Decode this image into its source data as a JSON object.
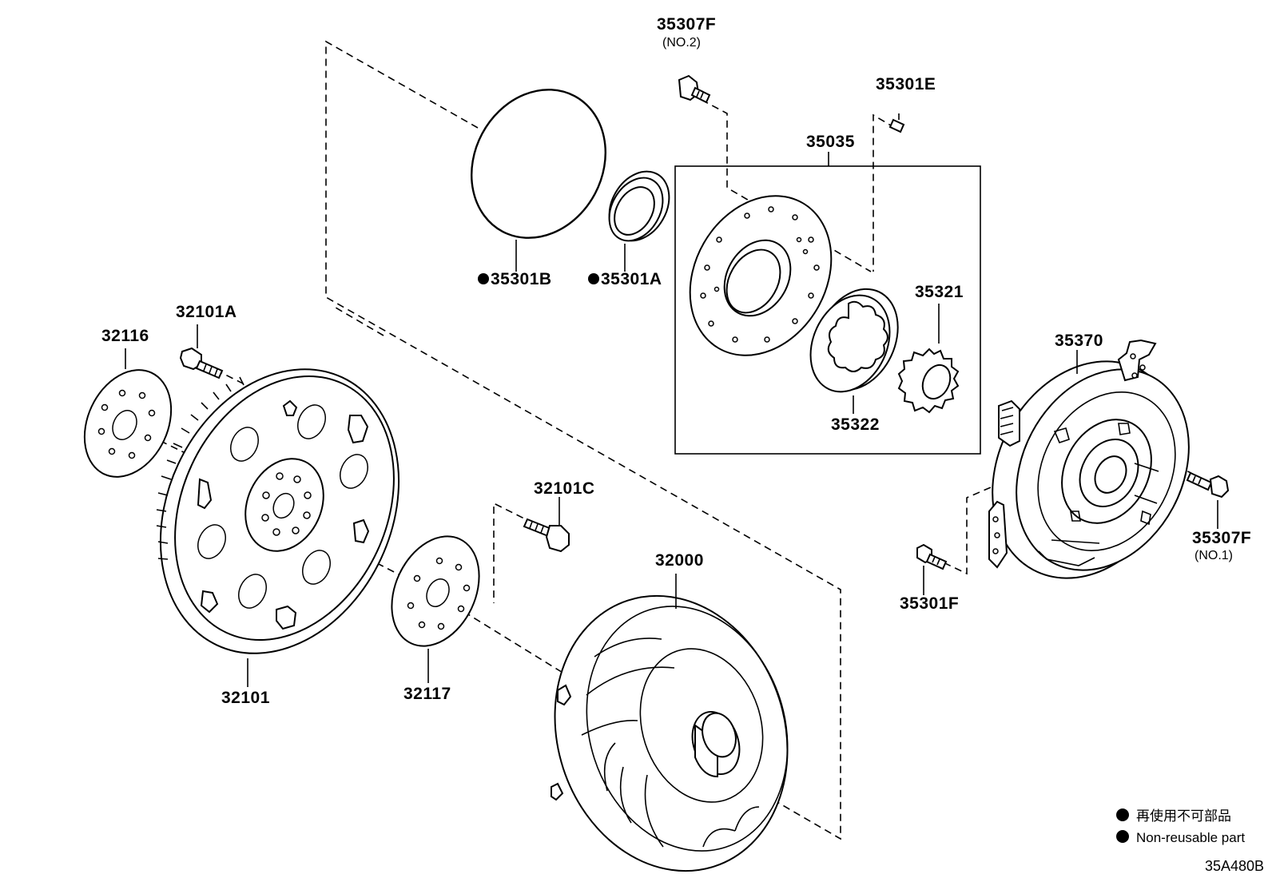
{
  "parts": {
    "p35307F_no2": {
      "code": "35307F",
      "sub": "(NO.2)"
    },
    "p35301E": {
      "code": "35301E"
    },
    "p35035": {
      "code": "35035"
    },
    "p35301B": {
      "code": "35301B",
      "non_reusable": true
    },
    "p35301A": {
      "code": "35301A",
      "non_reusable": true
    },
    "p35321": {
      "code": "35321"
    },
    "p35322": {
      "code": "35322"
    },
    "p35370": {
      "code": "35370"
    },
    "p35307F_no1": {
      "code": "35307F",
      "sub": "(NO.1)"
    },
    "p35301F": {
      "code": "35301F"
    },
    "p32116": {
      "code": "32116"
    },
    "p32101A": {
      "code": "32101A"
    },
    "p32101C": {
      "code": "32101C"
    },
    "p32101": {
      "code": "32101"
    },
    "p32117": {
      "code": "32117"
    },
    "p32000": {
      "code": "32000"
    }
  },
  "legend": {
    "line_ja": "再使用不可部品",
    "line_en": "Non-reusable part"
  },
  "diagram_code": "35A480B"
}
